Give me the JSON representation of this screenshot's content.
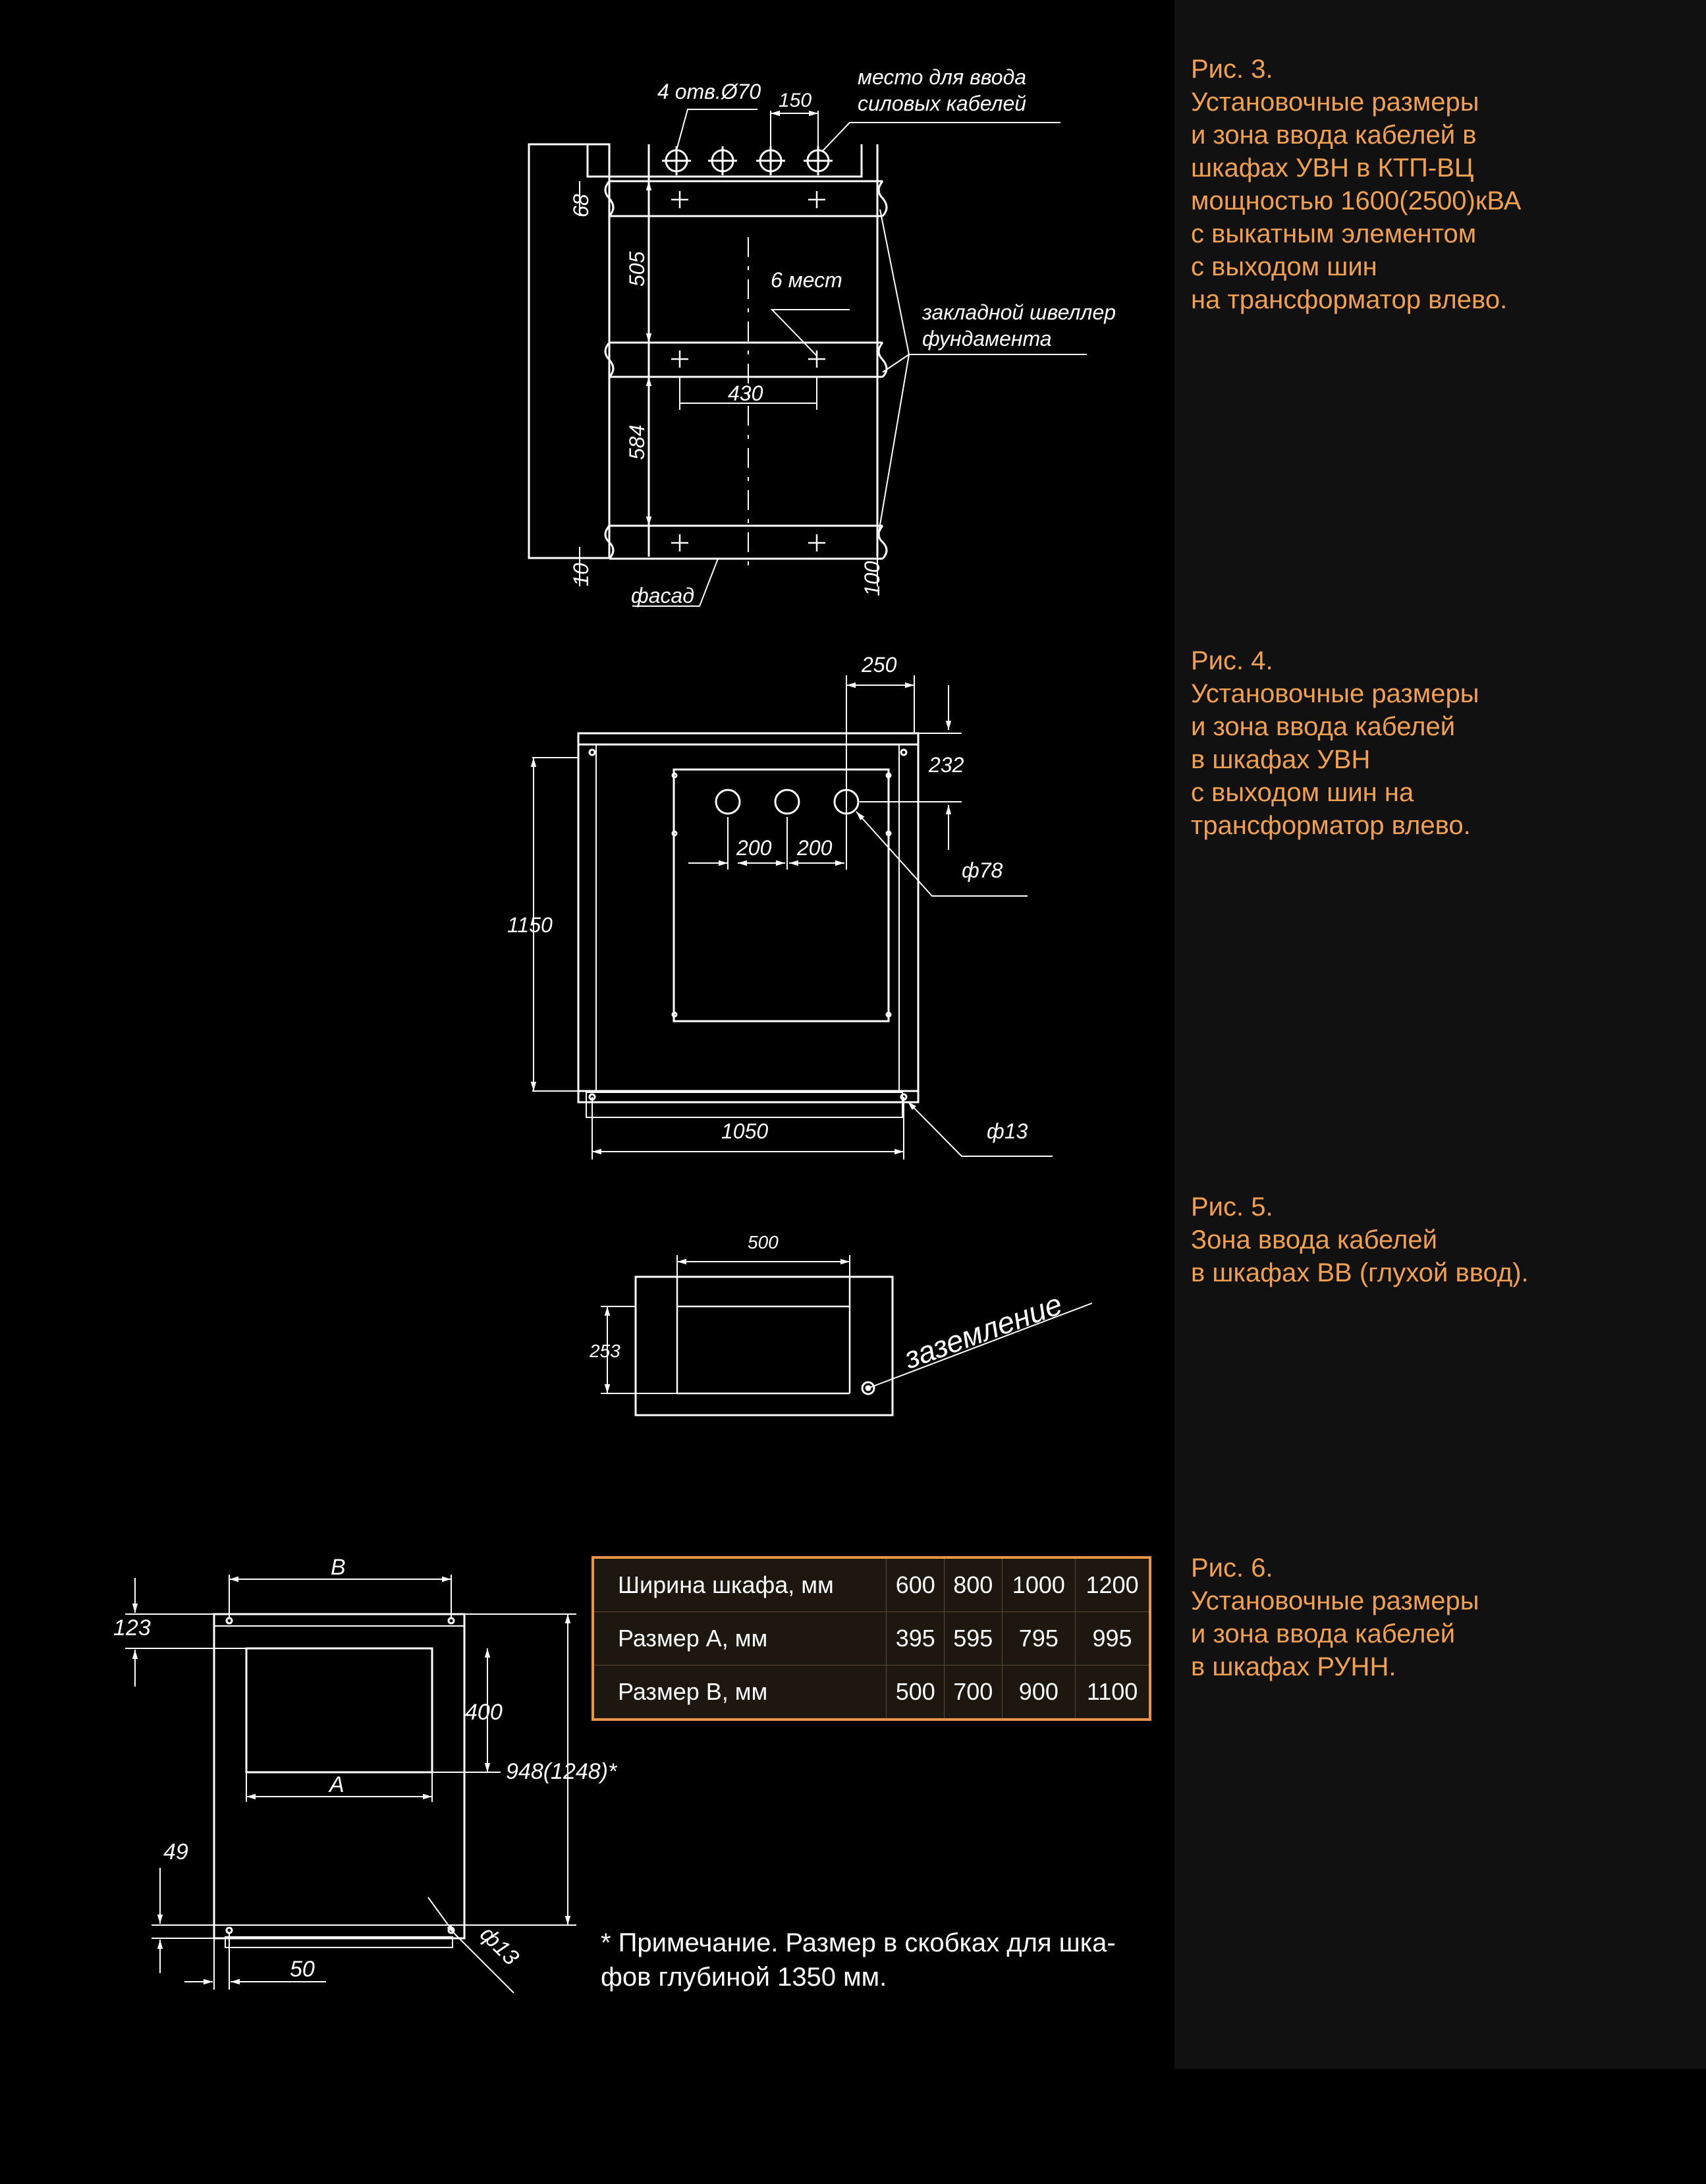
{
  "captions": {
    "fig3": [
      "Рис. 3.",
      "Установочные размеры",
      "и зона ввода кабелей в",
      "шкафах УВН в КТП-ВЦ",
      "мощностью 1600(2500)кВА",
      "с выкатным элементом",
      "с выходом шин",
      "на трансформатор влево."
    ],
    "fig4": [
      "Рис. 4.",
      "Установочные размеры",
      "и зона ввода кабелей",
      "в шкафах УВН",
      "с выходом шин на",
      "трансформатор влево."
    ],
    "fig5": [
      "Рис. 5.",
      "Зона ввода кабелей",
      "в шкафах ВВ (глухой ввод)."
    ],
    "fig6": [
      "Рис. 6.",
      "Установочные размеры",
      "и зона ввода кабелей",
      "в шкафах РУНН."
    ]
  },
  "fig3": {
    "holes_label": "4 отв.Ø70",
    "dim_150": "150",
    "cable_entry_label": [
      "место для ввода",
      "силовых кабелей"
    ],
    "dim_68": "68",
    "dim_505": "505",
    "dim_584": "584",
    "dim_10": "10",
    "dim_100": "100",
    "dim_430": "430",
    "places_label": "6 мест",
    "channel_label": [
      "закладной швеллер",
      "фундамента"
    ],
    "facade_label": "фасад"
  },
  "fig4": {
    "dim_top": "250",
    "dim_232": "232",
    "dim_200a": "200",
    "dim_200b": "200",
    "dim_phi78": "ф78",
    "dim_1150": "1150",
    "dim_1050": "1050",
    "dim_phi13": "ф13"
  },
  "fig5": {
    "dim_500": "500",
    "dim_253": "253",
    "ground_label": "заземление"
  },
  "fig6": {
    "dim_B": "B",
    "dim_A": "A",
    "dim_123": "123",
    "dim_400": "400",
    "dim_948": "948(1248)*",
    "dim_49": "49",
    "dim_50": "50",
    "dim_phi13": "ф13"
  },
  "table": {
    "rows": [
      {
        "label": "Ширина шкафа, мм",
        "values": [
          "600",
          "800",
          "1000",
          "1200"
        ]
      },
      {
        "label": "Размер А, мм",
        "values": [
          "395",
          "595",
          "795",
          "995"
        ]
      },
      {
        "label": "Размер В, мм",
        "values": [
          "500",
          "700",
          "900",
          "1100"
        ]
      }
    ]
  },
  "note": [
    "* Примечание. Размер в скобках для шка-",
    "фов глубиной 1350 мм."
  ],
  "colors": {
    "background": "#000000",
    "panel": "#111111",
    "caption": "#f0a050",
    "table_border": "#e8944a",
    "lines": "#ffffff"
  }
}
